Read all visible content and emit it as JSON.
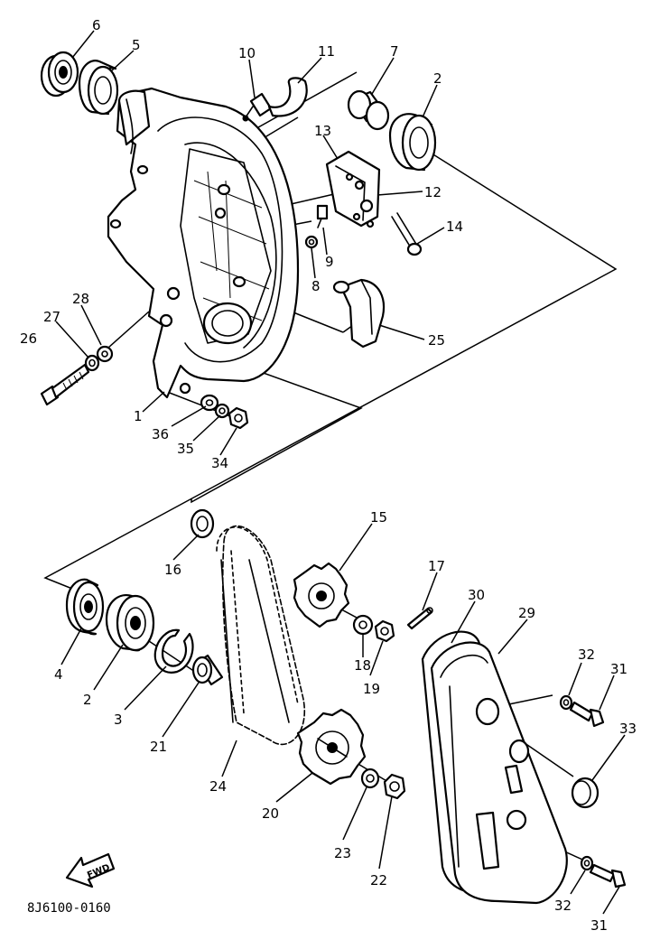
{
  "callouts": {
    "p1": "1",
    "p2a": "2",
    "p2b": "2",
    "p3": "3",
    "p4": "4",
    "p5": "5",
    "p6": "6",
    "p7": "7",
    "p8": "8",
    "p9": "9",
    "p10": "10",
    "p11": "11",
    "p12": "12",
    "p13": "13",
    "p14": "14",
    "p15": "15",
    "p16": "16",
    "p17": "17",
    "p18": "18",
    "p19": "19",
    "p20": "20",
    "p21": "21",
    "p22": "22",
    "p23": "23",
    "p24": "24",
    "p25": "25",
    "p26": "26",
    "p27": "27",
    "p28": "28",
    "p29": "29",
    "p30": "30",
    "p31a": "31",
    "p31b": "31",
    "p32a": "32",
    "p32b": "32",
    "p33": "33",
    "p34": "34",
    "p35": "35",
    "p36": "36"
  },
  "fwd_label": "FWD",
  "reference_code": "8J6100-0160"
}
